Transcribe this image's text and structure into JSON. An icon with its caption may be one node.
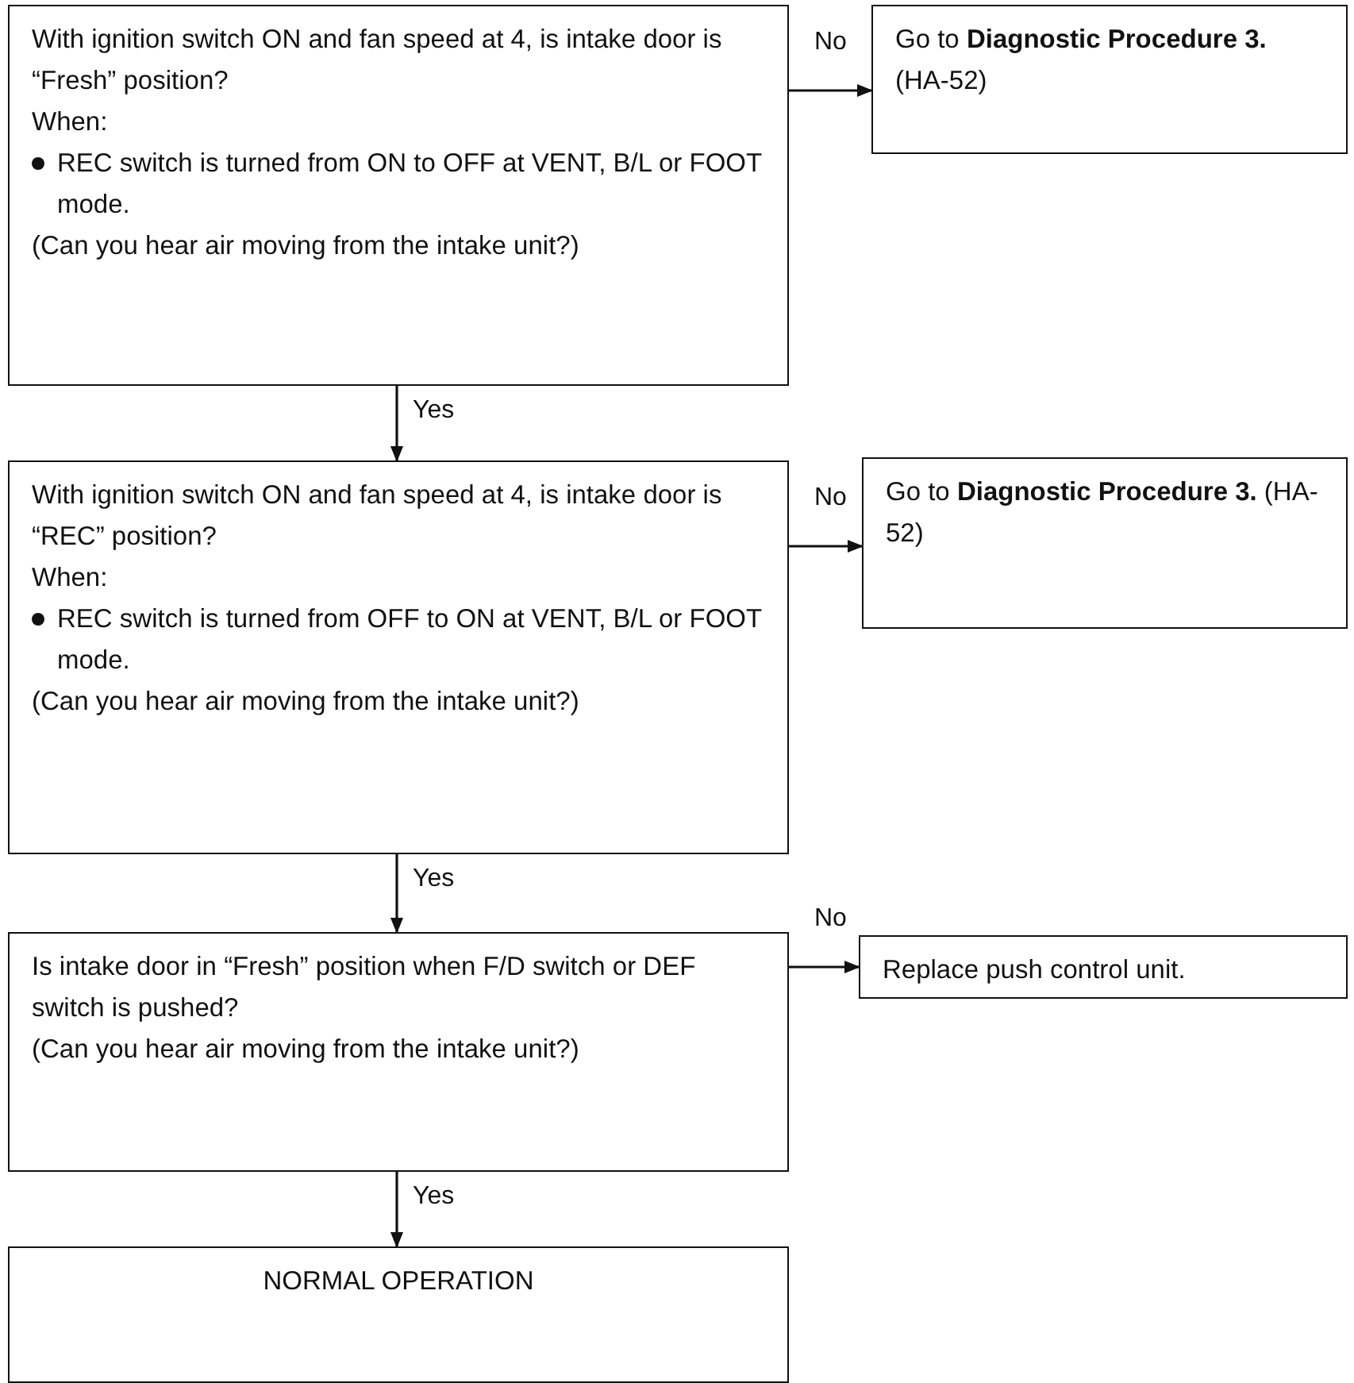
{
  "diagram": {
    "nodes": [
      {
        "text": [
          "With ignition switch ON and fan speed at 4, is intake door is “Fresh” position?",
          "When:",
          "REC switch is turned from ON to OFF at VENT, B/L or FOOT mode.",
          "(Can you hear air moving from the intake unit?)"
        ]
      },
      {
        "text": [
          "Go to **Diagnostic Procedure 3.** (HA-52)"
        ]
      },
      {
        "text": [
          "With ignition switch ON and fan speed at 4, is intake door is “REC” position?",
          "When:",
          "REC switch is turned from OFF to ON at VENT, B/L or FOOT mode.",
          "(Can you hear air moving from the intake unit?)"
        ]
      },
      {
        "text": [
          "Go to **Diagnostic Procedure 3.** (HA-52)"
        ]
      },
      {
        "text": [
          "Is intake door in “Fresh” position when F/D switch or DEF switch is pushed?",
          "(Can you hear air moving from the intake unit?)"
        ]
      },
      {
        "text": [
          "Replace push control unit."
        ]
      },
      {
        "text": [
          "NORMAL OPERATION"
        ]
      }
    ],
    "edges": [
      {
        "from": 0,
        "to": 1,
        "arrow": "to",
        "label": "No"
      },
      {
        "from": 0,
        "to": 2,
        "arrow": "to",
        "label": "Yes"
      },
      {
        "from": 2,
        "to": 3,
        "arrow": "to",
        "label": "No"
      },
      {
        "from": 2,
        "to": 4,
        "arrow": "to",
        "label": "Yes"
      },
      {
        "from": 4,
        "to": 5,
        "arrow": "to",
        "label": "No"
      },
      {
        "from": 4,
        "to": 6,
        "arrow": "to",
        "label": "Yes"
      }
    ]
  }
}
